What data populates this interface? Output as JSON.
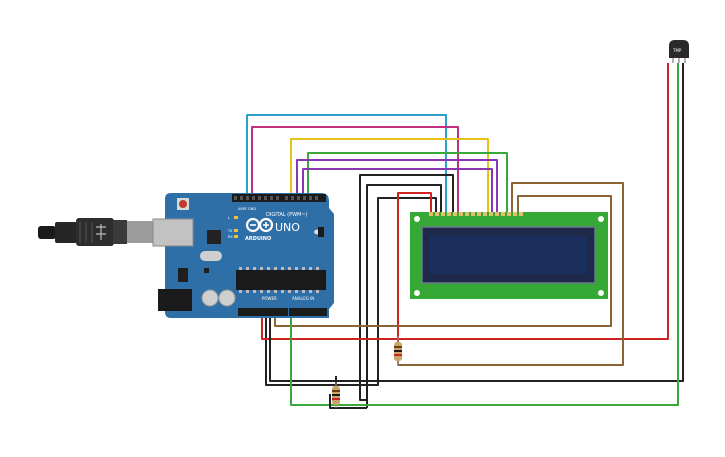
{
  "board": {
    "logo": "ARDUINO",
    "model": "UNO",
    "digital_label": "DIGITAL (PWM~)",
    "power_label": "POWER",
    "analog_label": "ANALOG IN",
    "tx_label": "TX",
    "rx_label": "RX",
    "aref_label": "AREF",
    "gnd_label": "GND",
    "on_label": "ON",
    "l_label": "L"
  },
  "sensor": {
    "label": "TMP"
  },
  "colors": {
    "board": "#2f6fa8",
    "lcd_pcb": "#36a836",
    "lcd_screen": "#1b2f5e",
    "wire_blue": "#2ba0c8",
    "wire_magenta": "#c0307f",
    "wire_yellow": "#e7c21a",
    "wire_green": "#38a83a",
    "wire_purple": "#8b35b3",
    "wire_black": "#222222",
    "wire_red": "#cc2222",
    "wire_brown": "#8a6336"
  }
}
